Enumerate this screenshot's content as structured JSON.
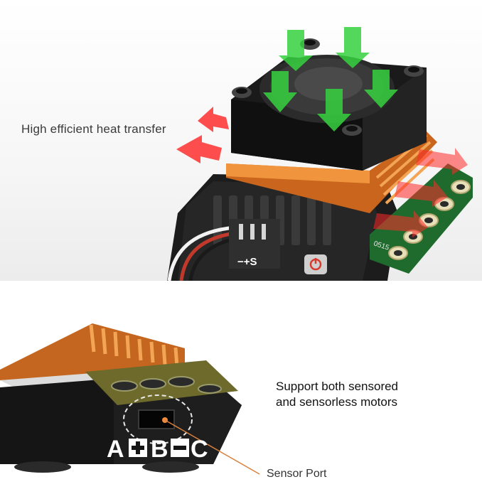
{
  "top_panel": {
    "heat_label": "High efficient heat transfer",
    "switch_label": "−+S",
    "board_code": "0515"
  },
  "bottom_panel": {
    "support_line1": "Support both sensored",
    "support_line2": "and sensorless motors",
    "sensor_label": "Sensor Port",
    "port_letters": [
      "A",
      "B",
      "C"
    ]
  },
  "colors": {
    "fan_arrow": "#3fd24a",
    "heat_arrow": "#ff3b3b",
    "heatsink": "#e0822a",
    "pcb": "#1f6b2d",
    "leader_line": "#d9813e"
  }
}
